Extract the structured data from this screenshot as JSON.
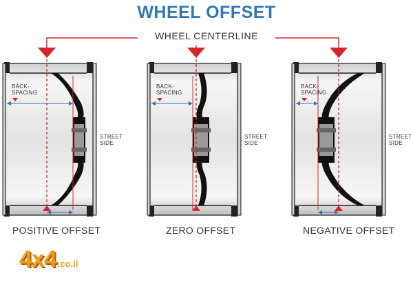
{
  "title": "WHEEL OFFSET",
  "centerline_label": "WHEEL CENTERLINE",
  "panels": [
    {
      "caption": "POSITIVE OFFSET",
      "backspacing_label": [
        "BACK-",
        "SPACING"
      ],
      "street_label": [
        "STREET",
        "SIDE"
      ]
    },
    {
      "caption": "ZERO OFFSET",
      "backspacing_label": [
        "BACK-",
        "SPACING"
      ],
      "street_label": [
        "STREET",
        "SIDE"
      ]
    },
    {
      "caption": "NEGATIVE OFFSET",
      "backspacing_label": [
        "BACK-",
        "SPACING"
      ],
      "street_label": [
        "STREET",
        "SIDE"
      ]
    }
  ],
  "logo": {
    "main": "4x4",
    "sub": ".co.il"
  },
  "colors": {
    "title": "#2f79b7",
    "accent": "#d8232a",
    "dim": "#3b6fb6",
    "logo": "#f29a1b"
  }
}
